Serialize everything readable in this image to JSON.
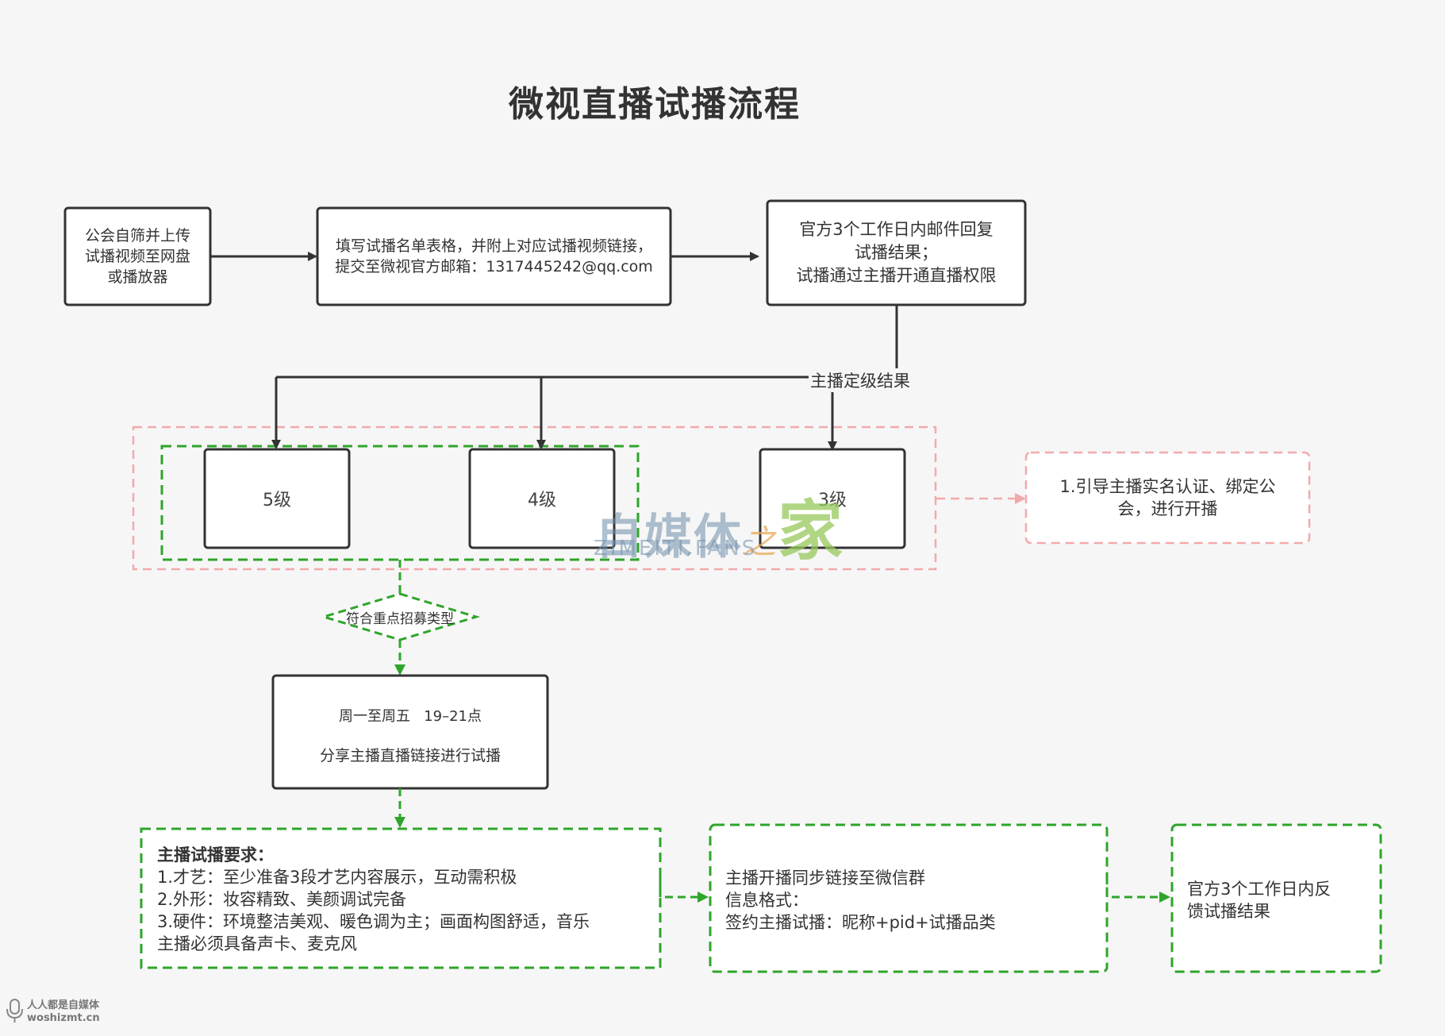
{
  "title": "微视直播试播流程",
  "flow": {
    "step1": [
      "公会自筛并上传",
      "试播视频至网盘",
      "或播放器"
    ],
    "step2": [
      "填写试播名单表格，并附上对应试播视频链接，",
      "提交至微视官方邮箱：1317445242@qq.com"
    ],
    "step3": [
      "官方3个工作日内邮件回复",
      "试播结果；",
      "试播通过主播开通直播权限"
    ],
    "edge_label": "主播定级结果"
  },
  "levels": [
    "5级",
    "4级",
    "3级"
  ],
  "level3_action": [
    "1.引导主播实名认证、绑定公",
    "会，进行开播"
  ],
  "decision": "符合重点招募类型",
  "schedule": {
    "line1": "周一至周五   19–21点",
    "line2": "分享主播直播链接进行试播"
  },
  "requirements": {
    "heading": "主播试播要求：",
    "items": [
      "1.才艺：至少准备3段才艺内容展示，互动需积极",
      "2.外形：妆容精致、美颜调试完备",
      "3.硬件：环境整洁美观、暖色调为主；画面构图舒适，音乐",
      "主播必须具备声卡、麦克风"
    ]
  },
  "sync": [
    "主播开播同步链接至微信群",
    "信息格式：",
    "签约主播试播：昵称+pid+试播品类"
  ],
  "feedback": [
    "官方3个工作日内反",
    "馈试播结果"
  ],
  "watermark": {
    "main": "自媒体",
    "zhi": "之",
    "jia": "家",
    "sub": "ZIMEITI.FANS"
  },
  "corner_logo": [
    "人人都是自媒体",
    "woshizmt.cn"
  ],
  "colors": {
    "black_stroke": "#333333",
    "green_dash": "#2ea52a",
    "pink_dash": "#f2a9ab",
    "background": "#f6f6f6"
  }
}
